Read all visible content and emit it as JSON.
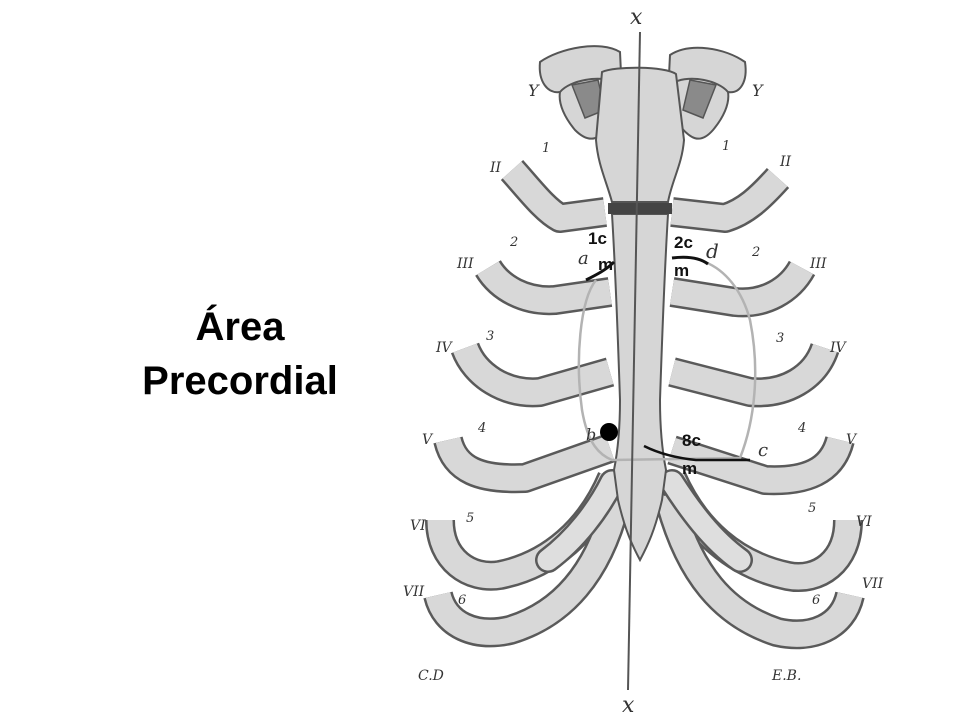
{
  "title": {
    "line1": "Área",
    "line2": "Precordial"
  },
  "diagram": {
    "axis_label_top": "x",
    "axis_label_bottom": "x",
    "clavicle_label_left": "Y",
    "clavicle_label_right": "Y",
    "rib_numerals_left": [
      "II",
      "III",
      "IV",
      "V",
      "VI",
      "VII"
    ],
    "rib_numerals_right": [
      "II",
      "III",
      "IV",
      "V",
      "VI",
      "VII"
    ],
    "space_numbers_left": [
      "1",
      "2",
      "3",
      "4",
      "5",
      "6"
    ],
    "space_numbers_right": [
      "1",
      "2",
      "3",
      "4",
      "5",
      "6"
    ],
    "point_labels": {
      "a": "a",
      "b": "b",
      "c": "c",
      "d": "d"
    },
    "measurements": {
      "upper_left": [
        "1c",
        "m"
      ],
      "upper_right": [
        "2c",
        "m"
      ],
      "lower_right": [
        "8c",
        "m"
      ]
    },
    "signature_left": "C.D",
    "signature_right": "E.B.",
    "colors": {
      "bone_fill": "#d6d6d6",
      "bone_outline": "#555555",
      "ink": "#111111"
    }
  }
}
